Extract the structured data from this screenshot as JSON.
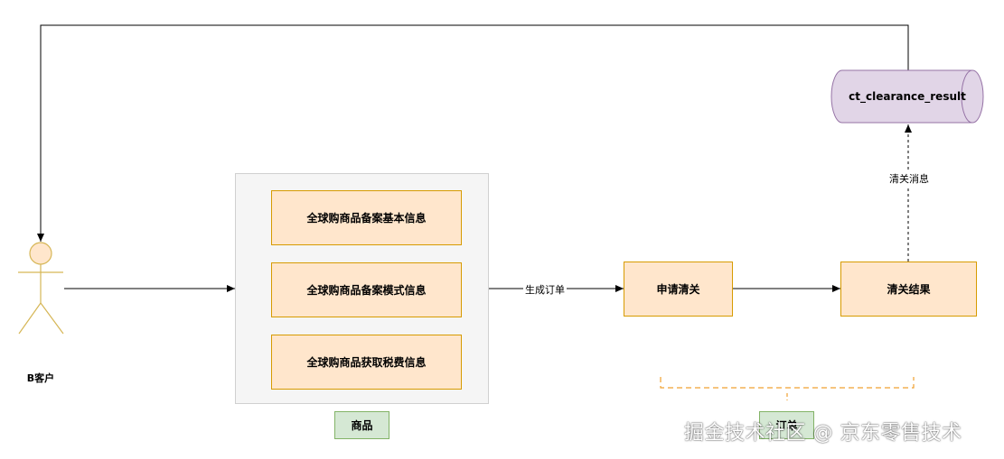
{
  "actor": {
    "label": "B客户"
  },
  "goods_group": {
    "items": [
      {
        "label": "全球购商品备案基本信息"
      },
      {
        "label": "全球购商品备案模式信息"
      },
      {
        "label": "全球购商品获取税费信息"
      }
    ],
    "caption": "商品"
  },
  "edges": {
    "generate_order_label": "生成订单",
    "clearance_message_label": "清关消息"
  },
  "nodes": {
    "apply_clearance": "申请清关",
    "clearance_result": "清关结果",
    "database_table": "ct_clearance_result",
    "order_caption": "订单"
  },
  "watermark": "掘金技术社区 @ 京东零售技术",
  "colors": {
    "process_fill": "#ffe6cc",
    "process_border": "#d79b00",
    "caption_fill": "#d5e8d4",
    "caption_border": "#82b366",
    "db_fill": "#e1d5e7",
    "db_border": "#9673a6",
    "group_fill": "#f5f5f5",
    "dashed_group_border": "#f0a030"
  }
}
